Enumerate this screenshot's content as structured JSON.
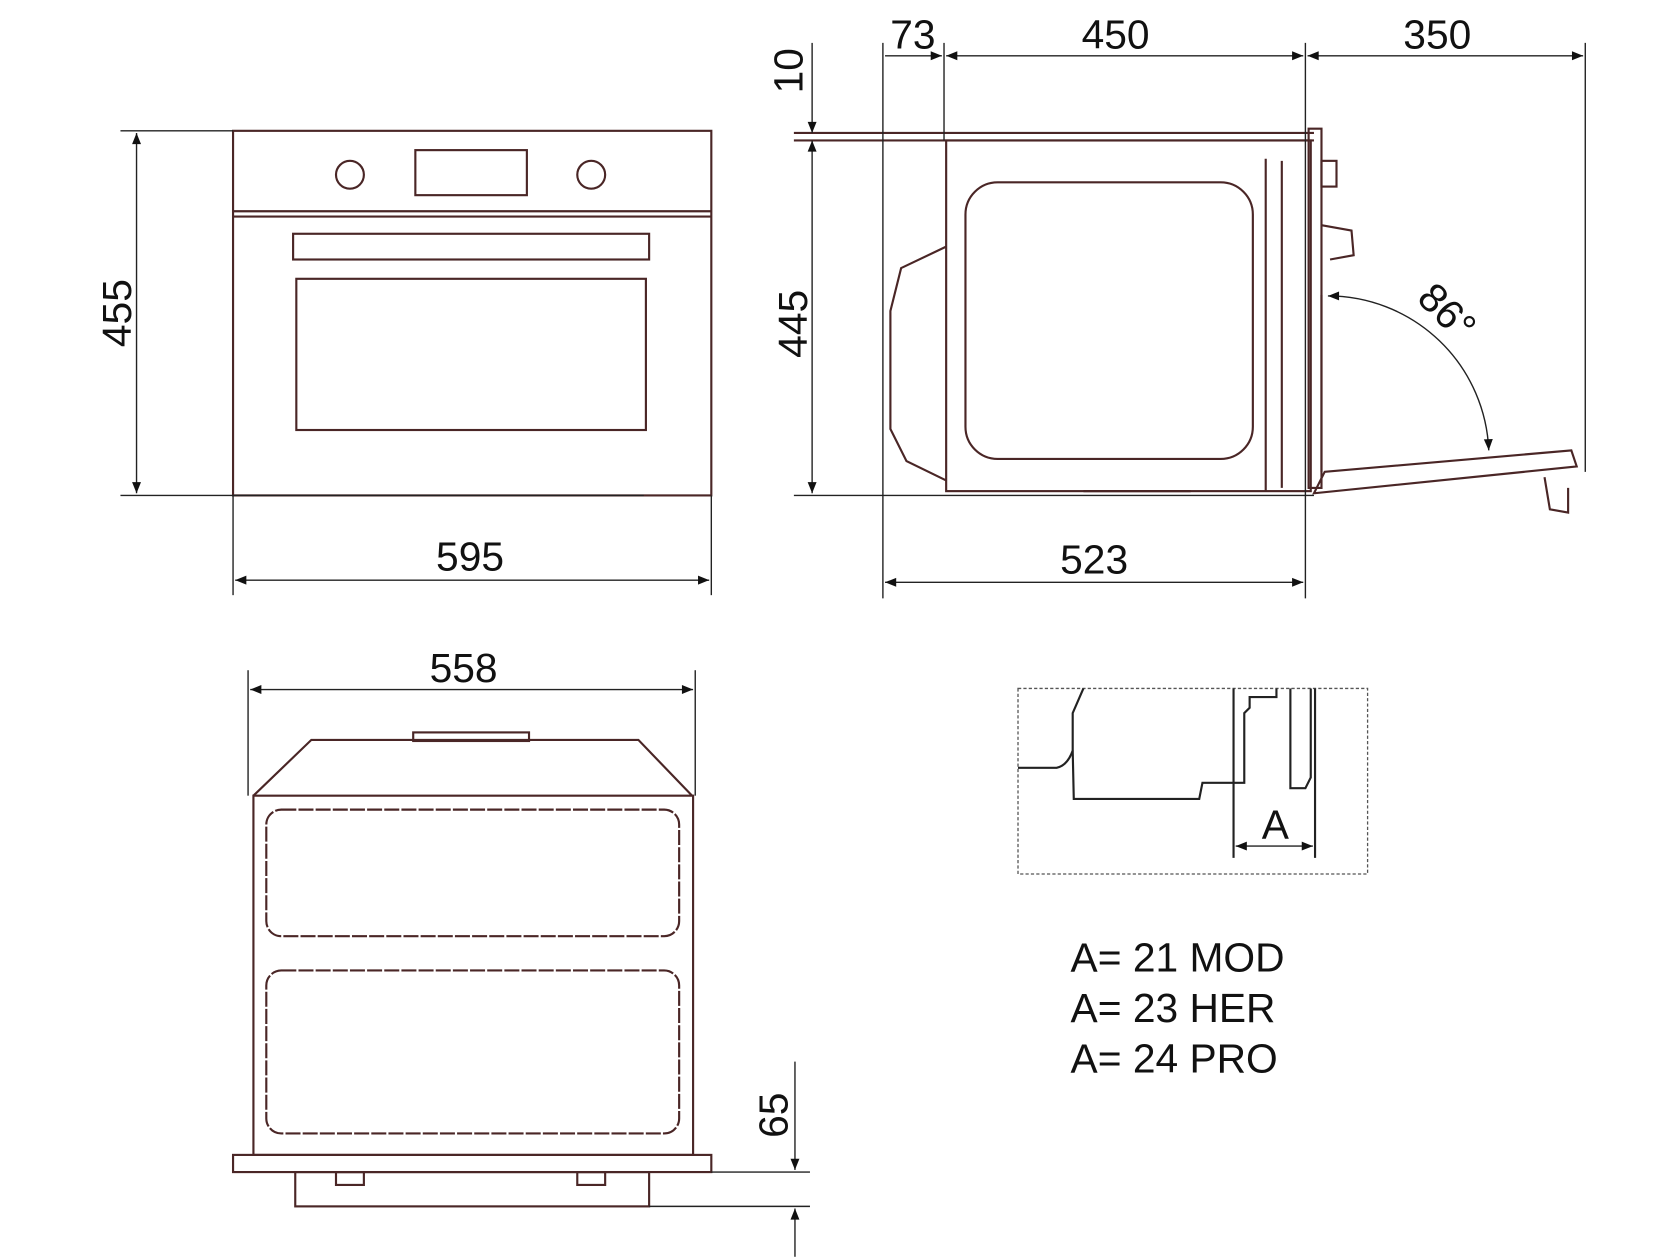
{
  "front_view": {
    "height": "455",
    "width": "595"
  },
  "side_view": {
    "top_gap": "10",
    "front_depth": "73",
    "body_depth": "450",
    "door_open": "350",
    "height": "445",
    "total_depth": "523",
    "door_angle": "86°"
  },
  "top_view": {
    "width": "558",
    "offset": "65"
  },
  "detail": {
    "label": "A"
  },
  "legend": [
    "A= 21 MOD",
    "A= 23 HER",
    "A= 24 PRO"
  ],
  "colors": {
    "outline": "#4a2626",
    "dimension": "#222222"
  }
}
